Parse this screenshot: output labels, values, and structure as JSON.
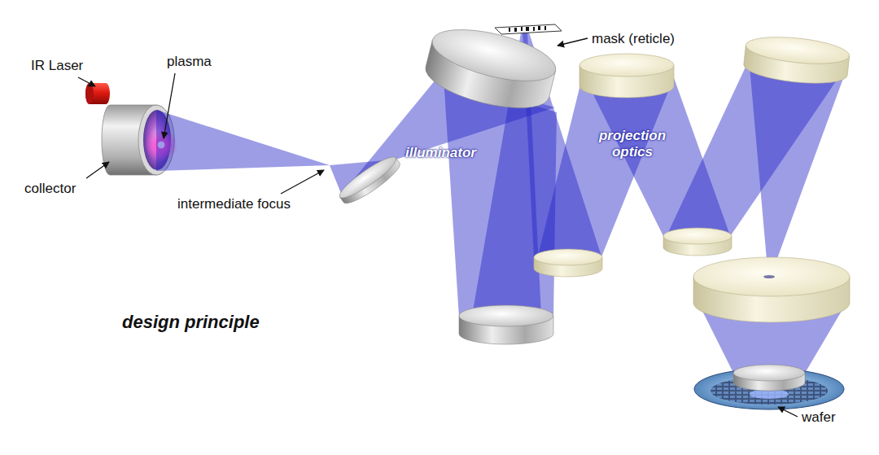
{
  "diagram": {
    "title": "design principle",
    "labels": [
      "IR Laser",
      "plasma",
      "collector",
      "intermediate focus",
      "illuminator",
      "mask (reticle)",
      "projection optics",
      "wafer"
    ]
  }
}
